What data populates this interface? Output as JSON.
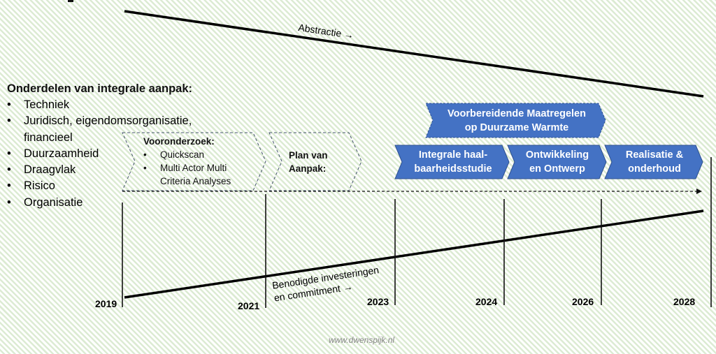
{
  "abstraction_label": "Abstractie →",
  "investment_label": [
    "Benodigde investeringen",
    "en commitment →"
  ],
  "components": {
    "heading": "Onderdelen van integrale aanpak:",
    "items": [
      "Techniek",
      "Juridisch, eigendomsorganisatie,",
      "financieel",
      "Duurzaamheid",
      "Draagvlak",
      "Risico",
      "Organisatie"
    ]
  },
  "phases": {
    "pre_research": {
      "title": "Vooronderzoek:",
      "items": [
        "Quickscan",
        "Multi Actor Multi",
        "Criteria Analyses"
      ]
    },
    "plan": {
      "title": [
        "Plan van",
        "Aanpak:"
      ]
    },
    "preparatory": [
      "Voorbereidende Maatregelen",
      "op Duurzame Warmte"
    ],
    "feasibility": [
      "Integrale haal-",
      "baarheidsstudie"
    ],
    "development": [
      "Ontwikkeling",
      "en Ontwerp"
    ],
    "realisation": [
      "Realisatie &",
      "onderhoud"
    ]
  },
  "years": [
    "2019",
    "2021",
    "2023",
    "2024",
    "2026",
    "2028"
  ],
  "footer": "www.dwenspijk.nl",
  "colors": {
    "blue": "#4472c4",
    "dash": "#44546a",
    "stripe": "#dcebd3"
  }
}
